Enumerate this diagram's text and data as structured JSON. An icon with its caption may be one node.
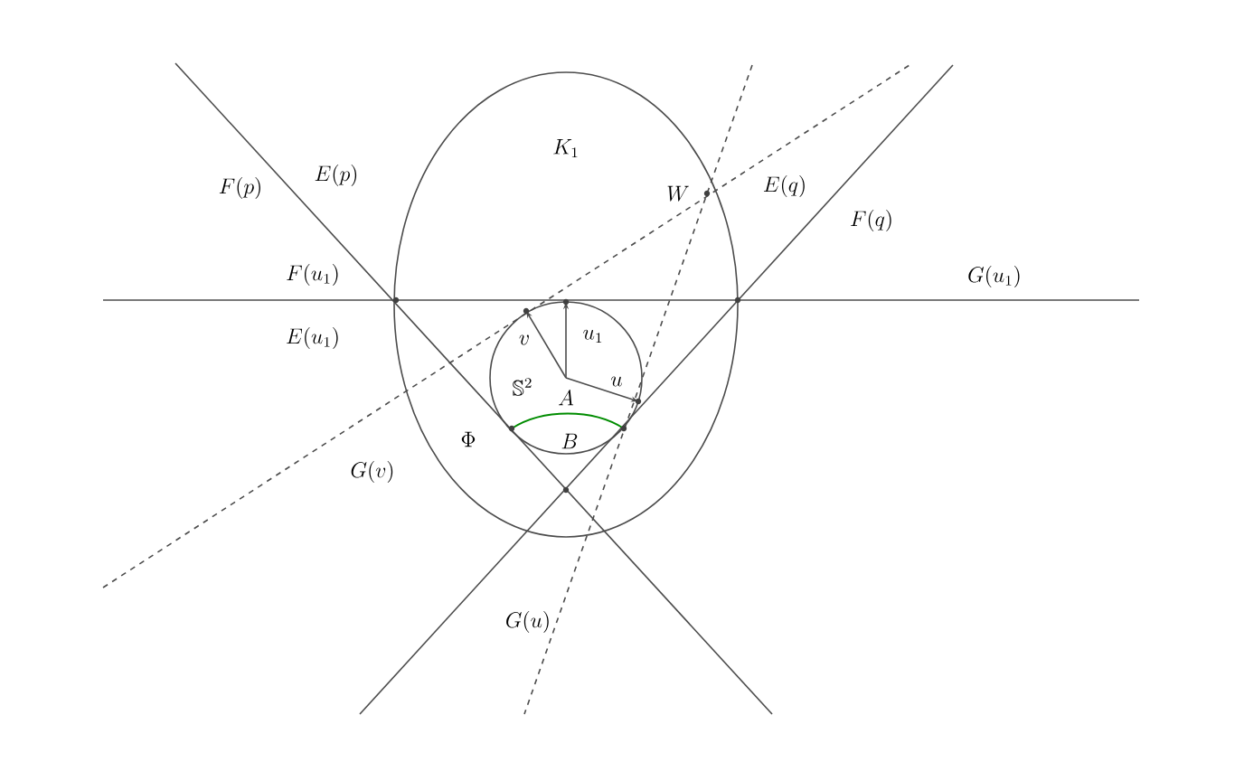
{
  "diagram": {
    "labels": [
      "F(p)",
      "E(p)",
      "F(u_1)",
      "E(u_1)",
      "K_1",
      "W",
      "E(q)",
      "F(q)",
      "G(u_1)",
      "v",
      "u_1",
      "u",
      "\\mathbb{S}^2",
      "A",
      "B",
      "\\Phi",
      "G(v)",
      "G(u)"
    ]
  }
}
